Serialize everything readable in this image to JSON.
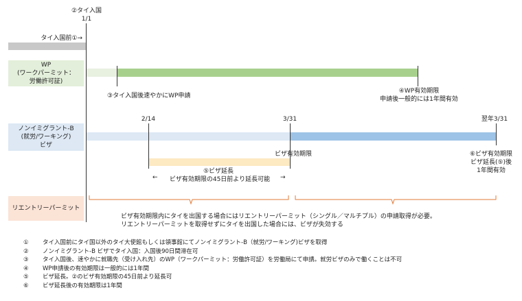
{
  "top": {
    "marker": "②タイ入国",
    "date": "1/1"
  },
  "pre_entry": {
    "label": "タイ入国前①→"
  },
  "wp": {
    "label": [
      "WP",
      "(ワークパーミット：",
      "労働許可証)"
    ],
    "apply": "③タイ入国後速やかにWP申請",
    "validity": [
      "④WP有効期限",
      "申請後一般的には1年間有効"
    ]
  },
  "visa": {
    "label": [
      "ノンイミグラント-B",
      "(就労/ワーキング)",
      "ビザ"
    ],
    "date_start": "2/14",
    "date_expiry": "3/31",
    "date_next": "翌年3/31",
    "expiry": "ビザ有効期限",
    "extension": [
      "⑤ビザ延長",
      "ビザ有効期限の45日前より延長可能"
    ],
    "arrow_left": "←",
    "arrow_right": "→",
    "extended": [
      "⑥ビザ有効期限",
      "ビザ延長(⑤)後",
      "1年間有効"
    ]
  },
  "reentry": {
    "label": "リエントリーパーミット",
    "desc": [
      "ビザ有効期限内にタイを出国する場合にはリエントリーパーミット（シングル／マルチプル）の申請取得が必要。",
      "リエントリーパーミットを取得せずにタイを出国した場合には、ビザが失効する"
    ]
  },
  "notes": [
    {
      "num": "①",
      "text": "タイ入国前にタイ国以外のタイ大使館もしくは領事館にてノンイミグラント-B（就労/ワーキング)ビザを取得"
    },
    {
      "num": "②",
      "text": "ノンイミグラント-B ビザでタイ入国：入国後90日間滞在可"
    },
    {
      "num": "③",
      "text": "タイ入国後、速やかに就職先（受け入れ先）のWP（ワークパーミット：労働許可証）を労働局にて申請。就労ビザのみで働くことは不可"
    },
    {
      "num": "④",
      "text": "WP申請後の有効期限は一般的には1年間"
    },
    {
      "num": "⑤",
      "text": "ビザ延長。②のビザ有効期限の45日前より延長可"
    },
    {
      "num": "⑥",
      "text": "ビザ延長後の有効期限は1年間"
    }
  ],
  "colors": {
    "pre_entry_bar": "#c8c8c8",
    "wp_label_bg": "#e3efda",
    "wp_bar_light": "#e8f0e0",
    "wp_bar": "#a8d08d",
    "visa_label_bg": "#dde8f4",
    "visa_bar_light": "#dde8f4",
    "visa_bar": "#9dc3e6",
    "ext_bar": "#fde9c2",
    "reentry_label_bg": "#fbe3d6",
    "brace": "#e07b39"
  }
}
